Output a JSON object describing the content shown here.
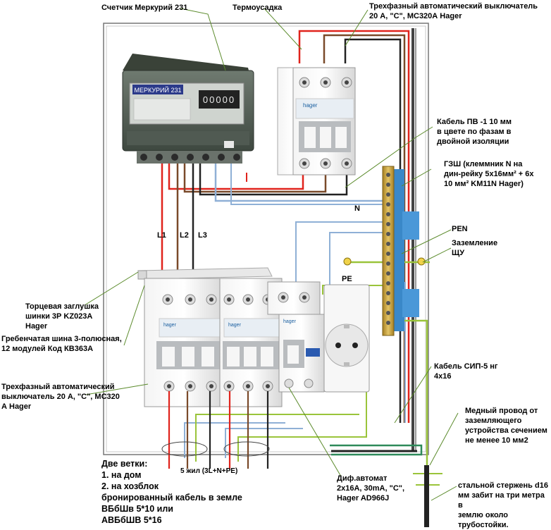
{
  "labels": {
    "meter": "Счетчик Меркурий 231",
    "heatshrink": "Термоусадка",
    "breaker_top": "Трехфазный автоматический выключатель\n20 А, \"С\", МС320А Hager",
    "cable_pv": "Кабель ПВ -1 10 мм\nв цвете по фазам в\nдвойной изоляции",
    "gzsh": "ГЗШ (клеммник N на\nдин-рейку 5х16мм² + 6х\n10 мм² KM11N Hager)",
    "n": "N",
    "pen": "PEN",
    "grounding": "Заземление\nЩУ",
    "pe": "PE",
    "l1": "L1",
    "l2": "L2",
    "l3": "L3",
    "end_cap": "Торцевая заглушка\nшинки 3Р KZ023A\nHager",
    "comb_bus": "Гребенчатая шина 3-полюсная,\n12 модулей Код КВ363А",
    "breaker_bottom": "Трехфазный автоматический\nвыключатель 20 А, \"С\", МС320\nА Hager",
    "sip_cable": "Кабель СИП-5 нг\n4х16",
    "copper_wire": "Медный провод от\nзаземляющего\nустройства сечением\nне менее 10 мм2",
    "two_branches": "Две ветки:\n1. на дом\n2. на хозблок\nбронированный кабель в земле\nВБбШв 5*10  или\nАВБбШВ 5*16",
    "five_core": "5 жил (3L+N+PE)",
    "rcbo": "Диф.автомат\n2х16А, 30mA, \"С\",\nHager AD966J",
    "steel_rod": "стальной стержень d16\nмм забит на три метра в\nземлю около\nтрубостойки."
  },
  "meter": {
    "brand": "МЕРКУРИЙ 231",
    "digits": "00000"
  },
  "device_brand": "hager",
  "colors": {
    "phase_l1": "#e0231c",
    "phase_l2": "#7a4a2a",
    "phase_l3": "#222222",
    "neutral": "#8fb0d6",
    "earth": "#9ac43a",
    "pointer": "#5a8a2a",
    "enclosure": "#777777",
    "brass": "#c9a53a",
    "din_blue": "#3a88c8"
  }
}
